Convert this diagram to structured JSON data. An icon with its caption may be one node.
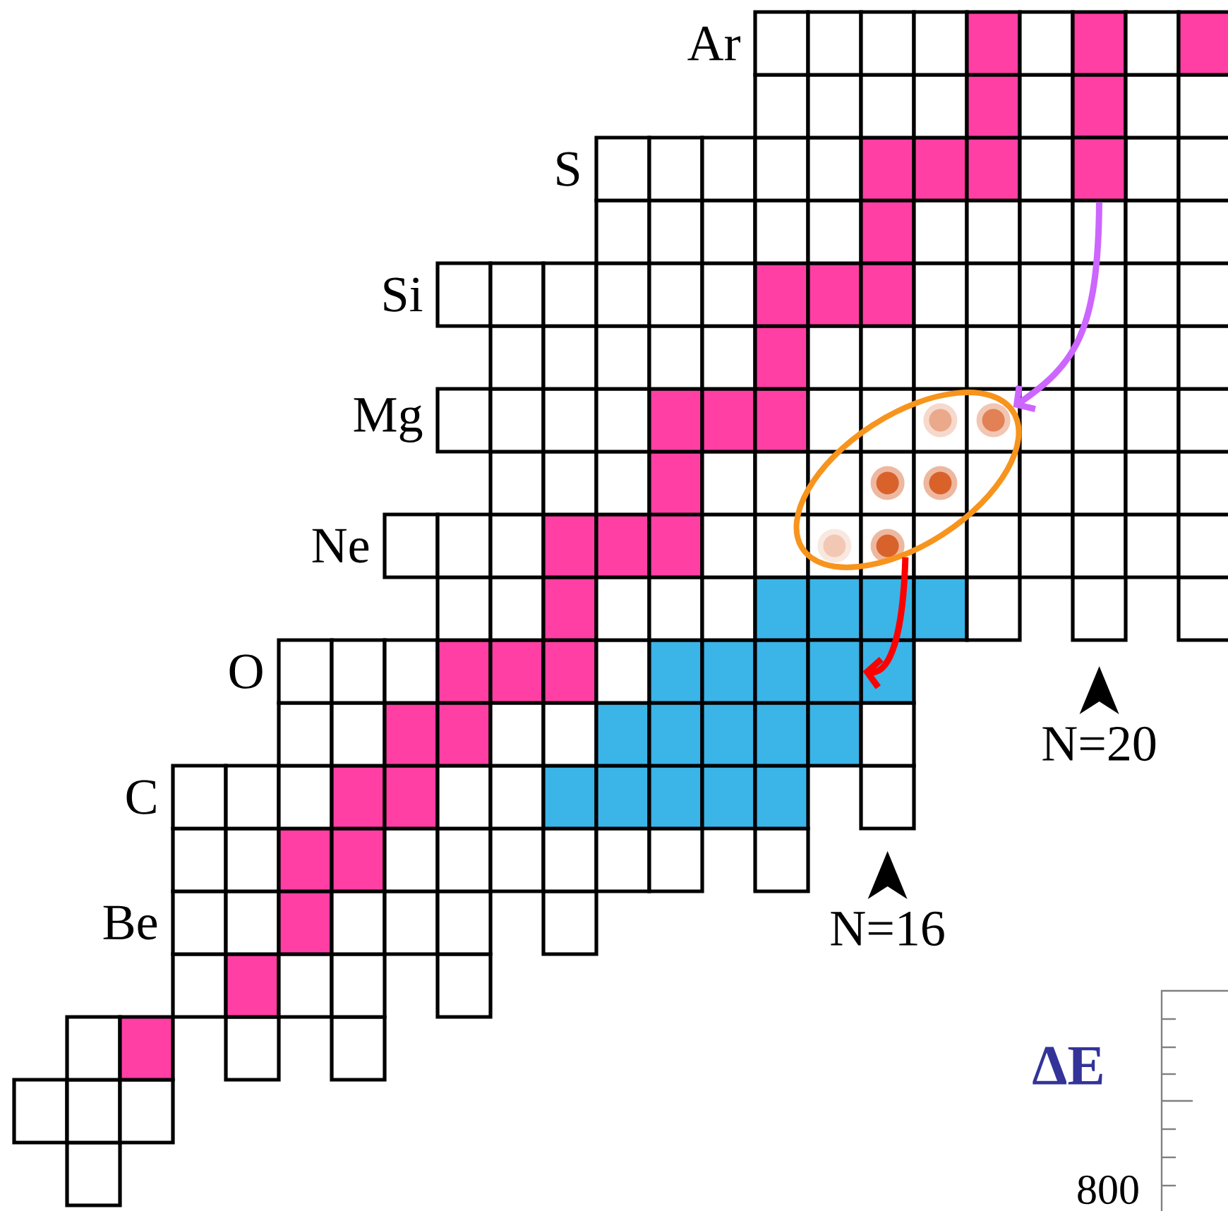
{
  "diagram": {
    "nodes": [
      {
        "text": [],
        "shape": "box"
      },
      {
        "text": [],
        "shape": "ellipse"
      },
      {
        "text": [],
        "shape": "box"
      }
    ],
    "edges": [
      {
        "from": 0,
        "to": 1,
        "arrow": "to",
        "color": "#cc66ff"
      },
      {
        "from": 1,
        "to": 2,
        "arrow": "to",
        "color": "#ff0000"
      }
    ],
    "labels": [
      "Ar",
      "S",
      "Si",
      "Mg",
      "Ne",
      "O",
      "N=20",
      "C",
      "Be",
      "N=16",
      "ΔE",
      "800"
    ]
  }
}
